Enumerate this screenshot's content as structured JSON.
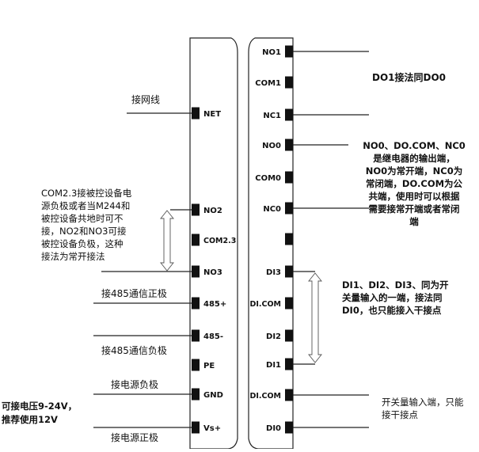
{
  "left_terminals": [
    {
      "id": "net",
      "label": "NET"
    },
    {
      "id": "no2",
      "label": "NO2"
    },
    {
      "id": "com23",
      "label": "COM2.3"
    },
    {
      "id": "no3",
      "label": "NO3"
    },
    {
      "id": "p485p",
      "label": "485+"
    },
    {
      "id": "p485m",
      "label": "485-"
    },
    {
      "id": "pe",
      "label": "PE"
    },
    {
      "id": "gnd",
      "label": "GND"
    },
    {
      "id": "vs",
      "label": "Vs+"
    }
  ],
  "right_terminals": [
    {
      "id": "no1",
      "label": "NO1"
    },
    {
      "id": "com1",
      "label": "COM1"
    },
    {
      "id": "nc1",
      "label": "NC1"
    },
    {
      "id": "no0",
      "label": "NO0"
    },
    {
      "id": "com0",
      "label": "COM0"
    },
    {
      "id": "nc0",
      "label": "NC0"
    },
    {
      "id": "blank",
      "label": ""
    },
    {
      "id": "di3",
      "label": "DI3"
    },
    {
      "id": "dicom1",
      "label": "DI.COM"
    },
    {
      "id": "di2",
      "label": "DI2"
    },
    {
      "id": "di1",
      "label": "DI1"
    },
    {
      "id": "dicom2",
      "label": "DI.COM"
    },
    {
      "id": "di0",
      "label": "DI0"
    }
  ],
  "notes": {
    "net": "接网线",
    "com23": "COM2.3接被控设备电\n源负极或者当M244和\n被控设备共地时可不\n接，NO2和NO3可接\n被控设备负极，这种\n接法为常开接法",
    "rs485_pos": "接485通信正极",
    "rs485_neg": "接485通信负极",
    "gnd": "接电源负极",
    "voltage": "可接电压9-24V，\n推荐使用12V",
    "vs": "接电源正极",
    "do1": "DO1接法同DO0",
    "relay": "NO0、DO.COM、NC0\n是继电器的输出端，\nNO0为常开端，NC0为\n常闭端，DO.COM为公\n共端，使用时可以根据\n需要接常开端或者常闭\n端",
    "di": "DI1、DI2、DI3、同为开\n关量输入的一端，接法同\nDI0，也只能接入干接点",
    "dicom": "开关量输入端，只能\n接干接点"
  }
}
